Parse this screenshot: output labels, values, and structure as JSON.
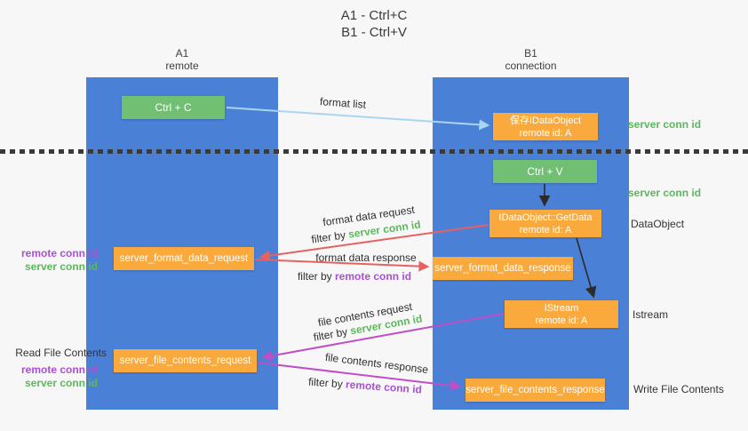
{
  "title": {
    "line1": "A1 - Ctrl+C",
    "line2": "B1 - Ctrl+V"
  },
  "columns": {
    "left": {
      "id": "A1",
      "name": "remote"
    },
    "right": {
      "id": "B1",
      "name": "connection"
    }
  },
  "nodes": {
    "ctrl_c": {
      "label": "Ctrl + C"
    },
    "save_dataobject": {
      "line1": "保存IDataObject",
      "line2": "remote id: A"
    },
    "ctrl_v": {
      "label": "Ctrl + V"
    },
    "getdata": {
      "line1": "IDataObject::GetData",
      "line2": "remote id: A"
    },
    "istream": {
      "line1": "IStream",
      "line2": "remote id: A"
    },
    "server_format_data_request": "server_format_data_request",
    "server_format_data_response": "server_format_data_response",
    "server_file_contents_request": "server_file_contents_request",
    "server_file_contents_response": "server_file_contents_response"
  },
  "side_labels": {
    "server_conn_id_top": "server conn id",
    "server_conn_id_mid": "server conn id",
    "dataobject": "DataObject",
    "istream": "Istream",
    "write_file_contents": "Write File Contents",
    "read_file_contents": "Read File Contents",
    "left_top": {
      "remote": "remote conn id",
      "server": "server conn id"
    },
    "left_bottom": {
      "remote": "remote conn id",
      "server": "server conn id"
    }
  },
  "arrow_labels": {
    "format_list": "format list",
    "format_data_request": "format data request",
    "filter_by_server_1": {
      "prefix": "filter by",
      "id": "server conn id"
    },
    "format_data_response": "format data response",
    "filter_by_remote_1": {
      "prefix": "filter by",
      "id": "remote conn id"
    },
    "file_contents_request": "file contents request",
    "filter_by_server_2": {
      "prefix": "filter by",
      "id": "server conn id"
    },
    "file_contents_response": "file contents response",
    "filter_by_remote_2": {
      "prefix": "filter by",
      "id": "remote conn id"
    }
  },
  "colors": {
    "lane_blue": "#4a80d5",
    "box_green": "#70bf72",
    "box_orange": "#faaa3d",
    "arrow_light_blue": "#a9d5f3",
    "arrow_red": "#e86161",
    "arrow_magenta": "#c14ec6",
    "arrow_black": "#2b2b2b",
    "text_green": "#5db75d",
    "text_purple": "#ab4fd2",
    "background": "#f7f7f7"
  }
}
